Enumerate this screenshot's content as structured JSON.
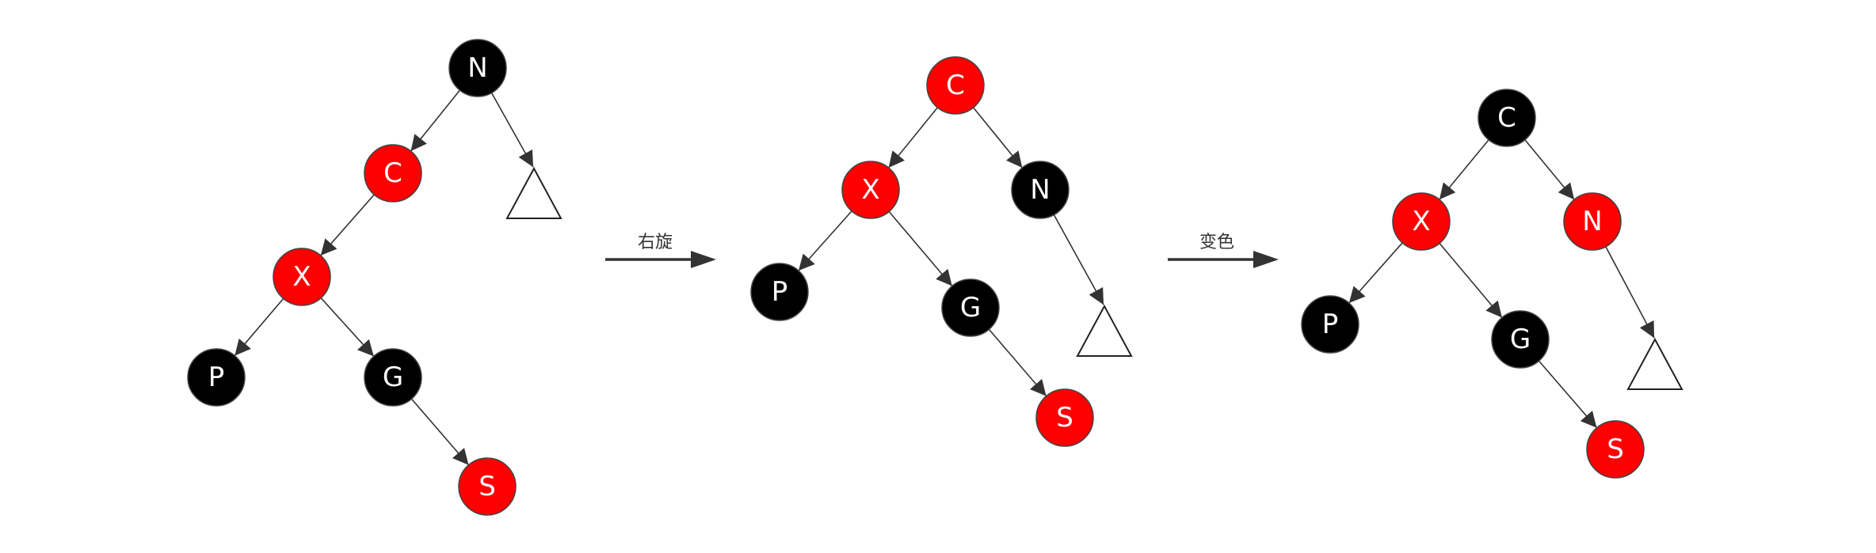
{
  "colors": {
    "red": "#ff0000",
    "black": "#000000",
    "node_stroke": "#444444",
    "text": "#ffffff"
  },
  "trees": [
    {
      "nodes": [
        {
          "id": "N",
          "label": "N",
          "color": "black"
        },
        {
          "id": "C",
          "label": "C",
          "color": "red"
        },
        {
          "id": "X",
          "label": "X",
          "color": "red"
        },
        {
          "id": "P",
          "label": "P",
          "color": "black"
        },
        {
          "id": "G",
          "label": "G",
          "color": "black"
        },
        {
          "id": "S",
          "label": "S",
          "color": "red"
        }
      ],
      "edges": [
        [
          "N",
          "C"
        ],
        [
          "N",
          "T"
        ],
        [
          "C",
          "X"
        ],
        [
          "X",
          "P"
        ],
        [
          "X",
          "G"
        ],
        [
          "G",
          "S"
        ]
      ]
    },
    {
      "nodes": [
        {
          "id": "C",
          "label": "C",
          "color": "red"
        },
        {
          "id": "X",
          "label": "X",
          "color": "red"
        },
        {
          "id": "N",
          "label": "N",
          "color": "black"
        },
        {
          "id": "P",
          "label": "P",
          "color": "black"
        },
        {
          "id": "G",
          "label": "G",
          "color": "black"
        },
        {
          "id": "S",
          "label": "S",
          "color": "red"
        }
      ],
      "edges": [
        [
          "C",
          "X"
        ],
        [
          "C",
          "N"
        ],
        [
          "X",
          "P"
        ],
        [
          "X",
          "G"
        ],
        [
          "N",
          "T"
        ],
        [
          "G",
          "S"
        ]
      ]
    },
    {
      "nodes": [
        {
          "id": "C",
          "label": "C",
          "color": "black"
        },
        {
          "id": "X",
          "label": "X",
          "color": "red"
        },
        {
          "id": "N",
          "label": "N",
          "color": "red"
        },
        {
          "id": "P",
          "label": "P",
          "color": "black"
        },
        {
          "id": "G",
          "label": "G",
          "color": "black"
        },
        {
          "id": "S",
          "label": "S",
          "color": "red"
        }
      ],
      "edges": [
        [
          "C",
          "X"
        ],
        [
          "C",
          "N"
        ],
        [
          "X",
          "P"
        ],
        [
          "X",
          "G"
        ],
        [
          "N",
          "T"
        ],
        [
          "G",
          "S"
        ]
      ]
    }
  ],
  "operations": [
    {
      "label": "右旋"
    },
    {
      "label": "变色"
    }
  ]
}
